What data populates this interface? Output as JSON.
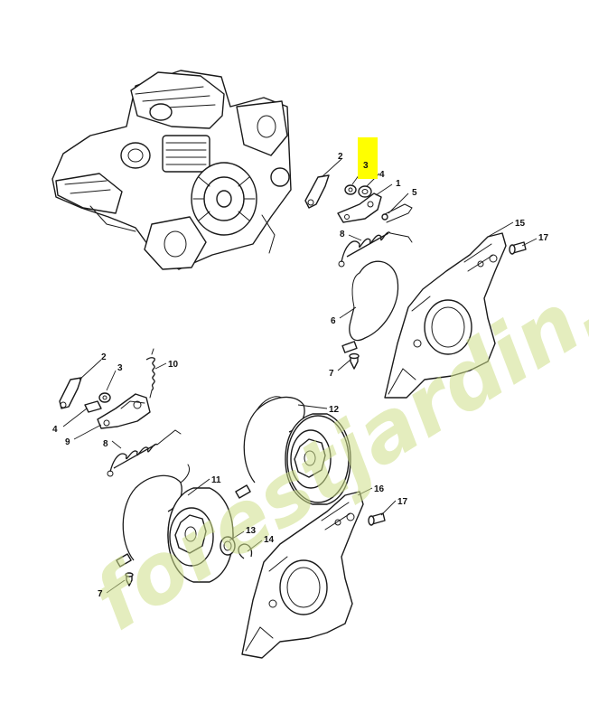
{
  "callouts": [
    {
      "id": "1",
      "text": "1"
    },
    {
      "id": "2",
      "text": "2"
    },
    {
      "id": "3",
      "text": "3"
    },
    {
      "id": "4",
      "text": "4"
    },
    {
      "id": "5",
      "text": "5"
    },
    {
      "id": "6",
      "text": "6"
    },
    {
      "id": "7",
      "text": "7"
    },
    {
      "id": "8",
      "text": "8"
    },
    {
      "id": "9",
      "text": "9"
    },
    {
      "id": "10",
      "text": "10"
    },
    {
      "id": "11",
      "text": "11"
    },
    {
      "id": "12",
      "text": "12"
    },
    {
      "id": "13",
      "text": "13"
    },
    {
      "id": "14",
      "text": "14"
    },
    {
      "id": "15",
      "text": "15"
    },
    {
      "id": "16",
      "text": "16"
    },
    {
      "id": "17",
      "text": "17"
    }
  ],
  "highlight": {
    "callout": "3",
    "color": "#ffff00"
  },
  "watermark": {
    "text": "forestjardin.com",
    "color": "#cfe08a"
  }
}
